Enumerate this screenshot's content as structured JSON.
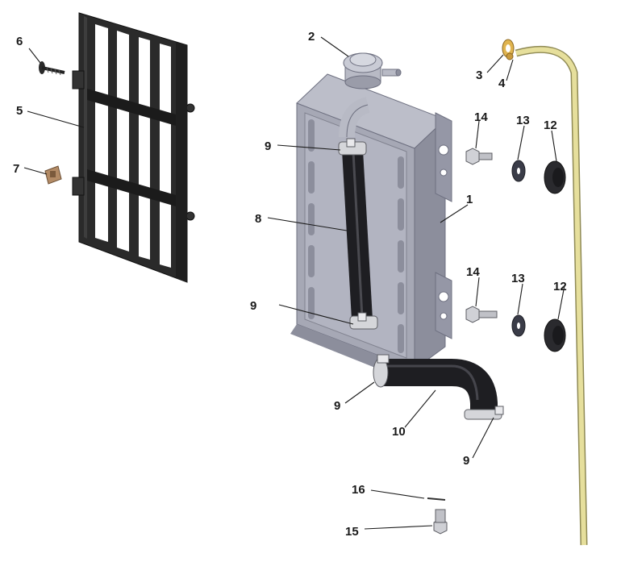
{
  "diagram": {
    "type": "exploded-parts-diagram",
    "callouts": [
      {
        "id": "c1",
        "label": "1"
      },
      {
        "id": "c2",
        "label": "2"
      },
      {
        "id": "c3",
        "label": "3"
      },
      {
        "id": "c4",
        "label": "4"
      },
      {
        "id": "c5",
        "label": "5"
      },
      {
        "id": "c6",
        "label": "6"
      },
      {
        "id": "c7",
        "label": "7"
      },
      {
        "id": "c8",
        "label": "8"
      },
      {
        "id": "c9a",
        "label": "9"
      },
      {
        "id": "c9b",
        "label": "9"
      },
      {
        "id": "c9c",
        "label": "9"
      },
      {
        "id": "c9d",
        "label": "9"
      },
      {
        "id": "c10",
        "label": "10"
      },
      {
        "id": "c12a",
        "label": "12"
      },
      {
        "id": "c12b",
        "label": "12"
      },
      {
        "id": "c13a",
        "label": "13"
      },
      {
        "id": "c13b",
        "label": "13"
      },
      {
        "id": "c14a",
        "label": "14"
      },
      {
        "id": "c14b",
        "label": "14"
      },
      {
        "id": "c15",
        "label": "15"
      },
      {
        "id": "c16",
        "label": "16"
      }
    ]
  },
  "colors": {
    "radiator": "#a9abb8",
    "radiator_dark": "#7d7f8c",
    "radiator_light": "#c8cad4",
    "guard": "#222222",
    "hose": "#1c1c1e",
    "clamp": "#c9cacd",
    "overflow_tube": "#e6df9c",
    "tube_edge": "#8f8a55",
    "clip_brass": "#d7a64a",
    "ink": "#1a1a1a"
  }
}
